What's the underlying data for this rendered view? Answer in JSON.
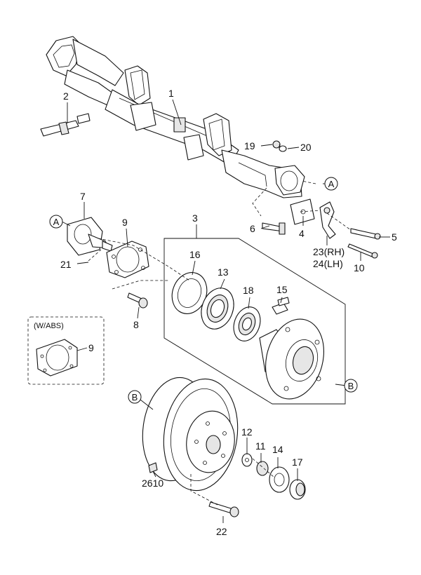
{
  "callouts": {
    "c1": "1",
    "c2": "2",
    "c3": "3",
    "c4": "4",
    "c5": "5",
    "c6": "6",
    "c7": "7",
    "c8": "8",
    "c9a": "9",
    "c9b": "9",
    "c10": "10",
    "c11": "11",
    "c12": "12",
    "c13": "13",
    "c14": "14",
    "c15": "15",
    "c16": "16",
    "c17": "17",
    "c18": "18",
    "c19": "19",
    "c20": "20",
    "c21": "21",
    "c22": "22",
    "c23": "23(RH)",
    "c24": "24(LH)",
    "c2610": "2610"
  },
  "refs": {
    "a1": "A",
    "a2": "A",
    "b1": "B",
    "b2": "B"
  },
  "abs_label": "(W/ABS)"
}
